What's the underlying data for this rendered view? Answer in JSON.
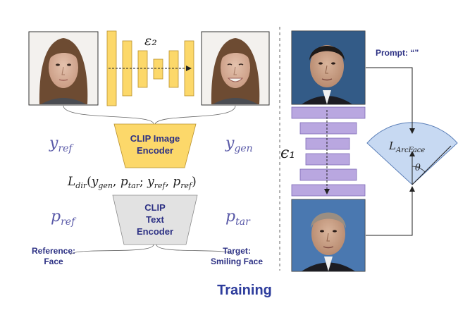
{
  "colors": {
    "encoder_yellow": "#fcd86a",
    "encoder_yellow_stroke": "#b8902c",
    "decoder_purple": "#b9a7e0",
    "decoder_purple_stroke": "#7e6bb6",
    "text_encoder_gray": "#e2e2e2",
    "arcface_blue": "#c7d9f2",
    "arcface_stroke": "#5b7fb8",
    "dark_text": "#2d3184",
    "math_text": "#5a5aa8",
    "title_blue": "#2d3c9c"
  },
  "left_panel": {
    "e2_label": "ε₂",
    "clip_image_encoder": {
      "line1": "CLIP Image",
      "line2": "Encoder"
    },
    "clip_text_encoder": {
      "line1": "CLIP",
      "line2": "Text",
      "line3": "Encoder"
    },
    "y_ref": {
      "base": "y",
      "sub": "ref"
    },
    "y_gen": {
      "base": "y",
      "sub": "gen"
    },
    "p_ref": {
      "base": "p",
      "sub": "ref"
    },
    "p_tar": {
      "base": "p",
      "sub": "tar"
    },
    "loss": {
      "L": "L",
      "L_sub": "dir",
      "open": "(",
      "a": "y",
      "a_sub": "gen",
      "b": "p",
      "b_sub": "tar",
      "c": "y",
      "c_sub": "ref",
      "d": "p",
      "d_sub": "ref",
      "close": ")"
    },
    "reference_caption": {
      "line1": "Reference:",
      "line2": "Face"
    },
    "target_caption": {
      "line1": "Target:",
      "line2": "Smiling Face"
    }
  },
  "right_panel": {
    "prompt_label": "Prompt: “”",
    "e1_label": "ϵ₁",
    "arcface": {
      "L": "L",
      "sub": "ArcFace",
      "theta": "θ"
    }
  },
  "footer": {
    "title": "Training"
  },
  "icons": [
    "face-photo",
    "unet-encoder-decoder",
    "trapezoid-encoder",
    "arcface-sector"
  ]
}
